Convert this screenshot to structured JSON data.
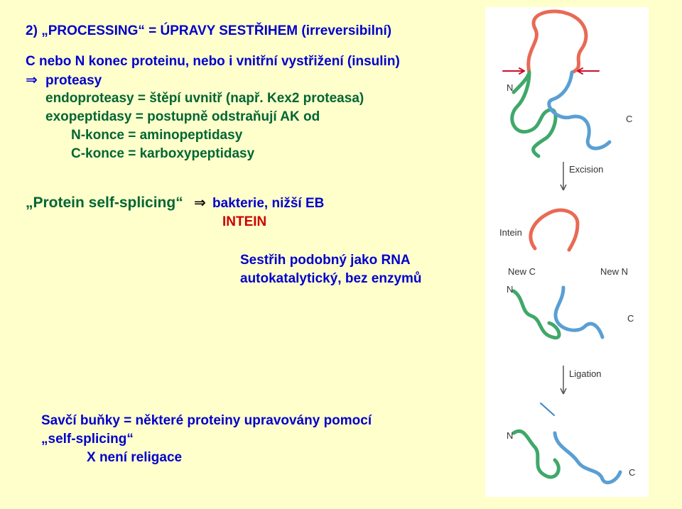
{
  "heading": {
    "prefix": "2) ",
    "title": "„PROCESSING“ = ÚPRAVY SESTŘIHEM",
    "suffix": "  (irreversibilní)"
  },
  "processing": {
    "line1": "C nebo N konec proteinu, nebo i vnitřní vystřižení (insulin)",
    "arrow": "⇒",
    "proteases": "proteasy",
    "endo": "endoproteasy = štěpí uvnitř (např. Kex2 proteasa)",
    "exo": "exopeptidasy = postupně odstraňují AK od",
    "n_end": "N-konce = aminopeptidasy",
    "c_end": "C-konce = karboxypeptidasy"
  },
  "splicing": {
    "title": "„Protein self-splicing“",
    "arrow": "⇒",
    "organisms": "bakterie, nižší EB",
    "intein": "INTEIN",
    "desc1": "Sestřih podobný jako RNA",
    "desc2": "autokatalytický, bez enzymů"
  },
  "mammals": {
    "line1": "Savčí buňky = některé proteiny upravovány pomocí",
    "line2": "„self-splicing“",
    "line3": "X není religace"
  },
  "diagram": {
    "n": "N",
    "c": "C",
    "excision": "Excision",
    "intein": "Intein",
    "new_c": "New C",
    "new_n": "New N",
    "ligation": "Ligation",
    "colors": {
      "intein": "#E86A55",
      "nextein": "#3FA86A",
      "cextein": "#5A9FD4",
      "marker": "#C8102E"
    }
  }
}
